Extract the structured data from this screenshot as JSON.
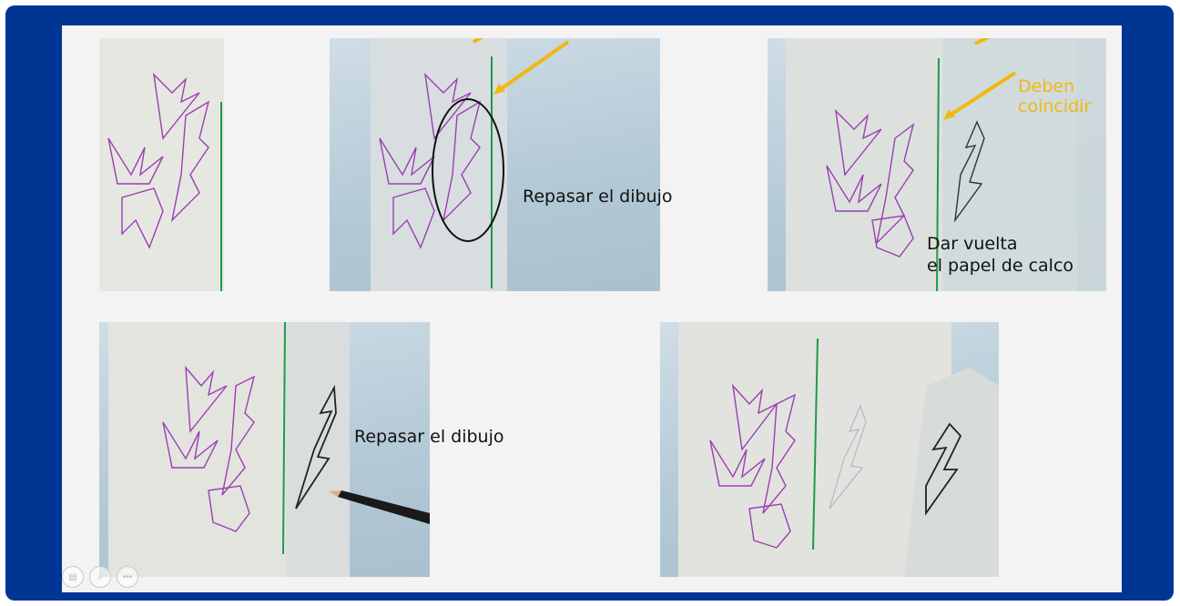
{
  "slide": {
    "captions": {
      "trace_1": "Repasar el dibujo",
      "match_line1": "Deben",
      "match_line2": "coincidir",
      "flip_line1": "Dar vuelta",
      "flip_line2": "el papel de calco",
      "trace_2": "Repasar el dibujo"
    },
    "colors": {
      "border": "#003594",
      "accent_arrow": "#f2b80f",
      "drawing_purple": "#9a3fb3",
      "guide_line": "#1e9a4a"
    }
  },
  "toolbar": {
    "items": [
      {
        "icon": "slides-icon",
        "glyph": "▤"
      },
      {
        "icon": "zoom-icon",
        "glyph": "⌕"
      },
      {
        "icon": "more-icon",
        "glyph": "•••"
      }
    ]
  }
}
